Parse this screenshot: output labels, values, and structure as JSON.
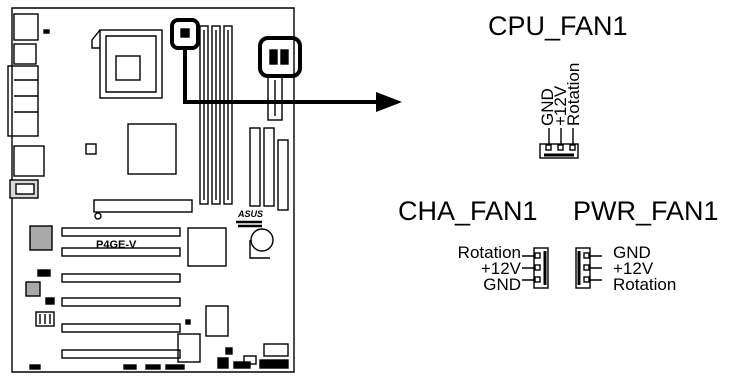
{
  "board": {
    "model_label": "P4GE-V",
    "brand_label": "ASUS"
  },
  "connectors": {
    "cpu_fan": {
      "title": "CPU_FAN1",
      "pins": [
        "GND",
        "+12V",
        "Rotation"
      ]
    },
    "cha_fan": {
      "title": "CHA_FAN1",
      "pins": [
        "Rotation",
        "+12V",
        "GND"
      ]
    },
    "pwr_fan": {
      "title": "PWR_FAN1",
      "pins": [
        "GND",
        "+12V",
        "Rotation"
      ]
    }
  },
  "colors": {
    "ink": "#000000",
    "paper": "#ffffff",
    "chip_fill": "#a9a9a9",
    "socket_fill": "#d9d9d9"
  }
}
